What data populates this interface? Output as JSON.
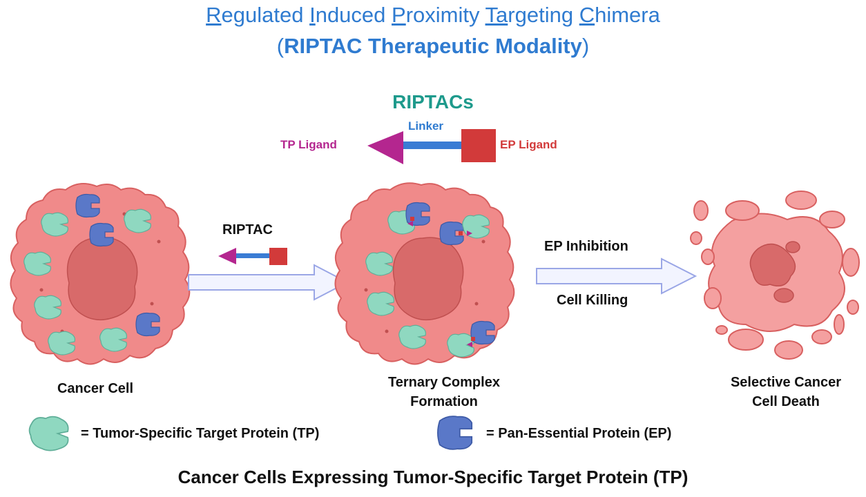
{
  "title": {
    "line1_parts": [
      {
        "cap": "R",
        "rest": "egulated "
      },
      {
        "cap": "I",
        "rest": "nduced "
      },
      {
        "cap": "P",
        "rest": "roximity "
      },
      {
        "cap": "Ta",
        "rest": "rgeting "
      },
      {
        "cap": "C",
        "rest": "himera"
      }
    ],
    "line2_open": "(",
    "line2_text": "RIPTAC Therapeutic Modality",
    "line2_close": ")"
  },
  "molecule": {
    "heading": "RIPTACs",
    "linker_label": "Linker",
    "tp_ligand_label": "TP Ligand",
    "ep_ligand_label": "EP Ligand"
  },
  "steps": {
    "arrow1_label": "RIPTAC",
    "arrow2_label_top": "EP Inhibition",
    "arrow2_label_bottom": "Cell Killing"
  },
  "cells": {
    "cell1_label": "Cancer Cell",
    "cell2_label_line1": "Ternary Complex",
    "cell2_label_line2": "Formation",
    "cell3_label_line1": "Selective Cancer",
    "cell3_label_line2": "Cell Death"
  },
  "legend": {
    "tp_text": "= Tumor-Specific Target Protein (TP)",
    "ep_text": "= Pan-Essential Protein (EP)"
  },
  "footer": "Cancer Cells Expressing Tumor-Specific Target Protein (TP)",
  "colors": {
    "title_blue": "#2f7bd0",
    "riptacs_teal": "#1e9a8c",
    "tp_magenta": "#b4268f",
    "ep_red": "#d23a3a",
    "cell_pink": "#f08a8a",
    "nucleus": "#d86a6a",
    "tp_protein": "#8fd8c0",
    "ep_protein": "#5a78c8"
  }
}
